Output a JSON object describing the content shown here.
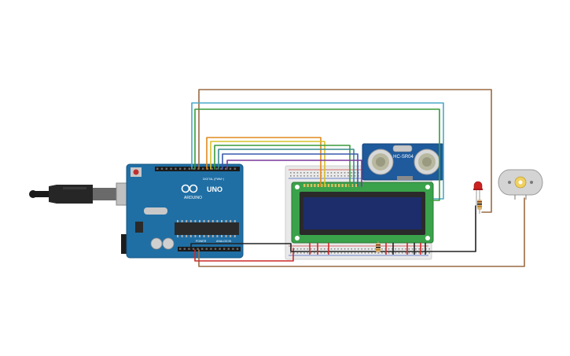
{
  "arduino": {
    "brand": "ARDUINO",
    "model": "UNO",
    "digital_label": "DIGITAL (PWM~)",
    "power_label": "POWER",
    "analog_label": "ANALOG IN",
    "color": "#1f6fa5"
  },
  "sensor": {
    "label": "HC-SR04",
    "color": "#1e5a9c"
  },
  "lcd": {
    "color": "#3aa24a",
    "screen_color": "#1d2d6b"
  },
  "breadboard": {
    "color": "#e9e9e9"
  },
  "led": {
    "color": "#cc2222"
  },
  "motor": {
    "color": "#d4d4d4",
    "hub_color": "#f0d060"
  },
  "wire_colors": {
    "brown": "#9a6a43",
    "cyan": "#4aa8c8",
    "green": "#3a9a3a",
    "orange": "#e08a1e",
    "yellow": "#d8c22a",
    "teal": "#3a8c8c",
    "blue": "#3a5ab0",
    "purple": "#7a3a9a",
    "red": "#cc2a2a",
    "black": "#222222"
  }
}
